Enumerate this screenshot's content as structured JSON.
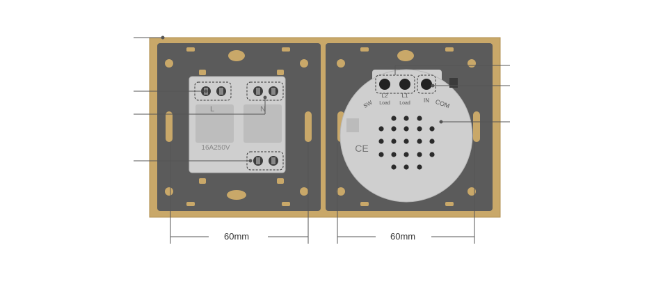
{
  "dimensions": {
    "left_width": "60mm",
    "right_width": "60mm"
  },
  "socket": {
    "rating": "16A250V",
    "terminal_left": "L",
    "terminal_right": "N"
  },
  "touch_module": {
    "terminal_labels": [
      "L2",
      "L1",
      "IN",
      "COM"
    ],
    "sub_labels": [
      "Load",
      "Load"
    ],
    "side_label": "SW",
    "ce_mark": "CE"
  },
  "colors": {
    "frame": "#c9a869",
    "plate": "#5b5b5b",
    "module": "#cfcfcf",
    "leader": "#555555"
  }
}
